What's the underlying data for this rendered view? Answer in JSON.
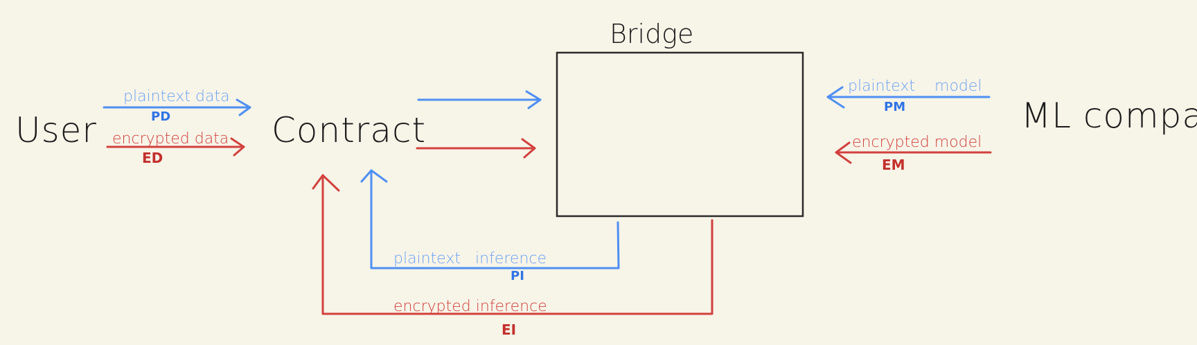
{
  "nodes": {
    "user": "User",
    "contract": "Contract",
    "bridge": "Bridge",
    "ml_company": "ML company"
  },
  "edges": {
    "plaintext_data": {
      "label": "plaintext data",
      "abbr": "PD"
    },
    "encrypted_data": {
      "label": "encrypted data",
      "abbr": "ED"
    },
    "plaintext_model": {
      "label": "plaintext    model",
      "abbr": "PM"
    },
    "encrypted_model": {
      "label": "encrypted model",
      "abbr": "EM"
    },
    "plaintext_inference": {
      "label": "plaintext   inference",
      "abbr": "PI"
    },
    "encrypted_inference": {
      "label": "encrypted inference",
      "abbr": "EI"
    }
  },
  "colors": {
    "background": "#f7f4e8",
    "plaintext": "#4e8ff2",
    "encrypted": "#d2413e",
    "ink": "#1b1b1b"
  }
}
